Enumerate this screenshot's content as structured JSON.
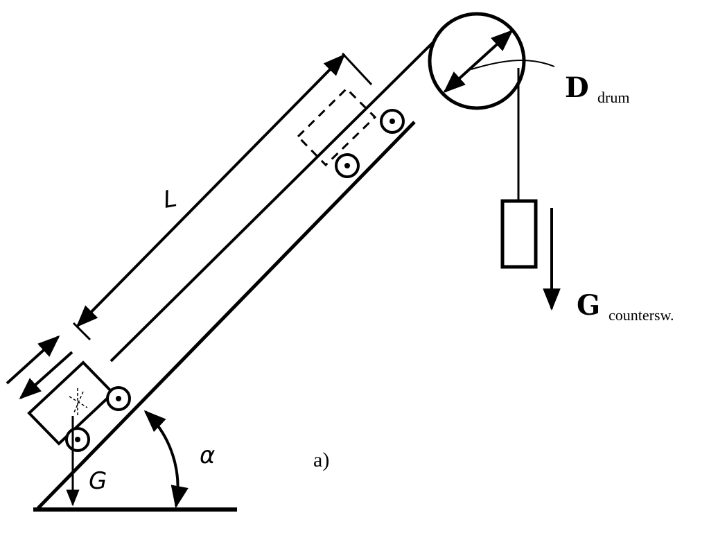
{
  "labels": {
    "length": "L",
    "weight": "G",
    "angle": "α",
    "drum_main": "D",
    "drum_sub": "drum",
    "counterweight_main": "G",
    "counterweight_sub": "countersw.",
    "caption": "a)"
  },
  "colors": {
    "ink": "#000000",
    "background": "#ffffff"
  }
}
